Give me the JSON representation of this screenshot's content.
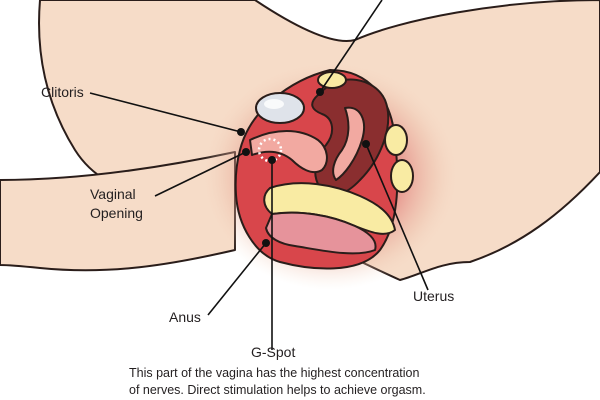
{
  "labels": {
    "clitoris": "Clitoris",
    "vaginal_opening_line1": "Vaginal",
    "vaginal_opening_line2": "Opening",
    "anus": "Anus",
    "uterus": "Uterus",
    "g_spot": "G-Spot"
  },
  "caption": {
    "line1": "This part of the vagina has the highest concentration",
    "line2": "of nerves. Direct stimulation helps to achieve orgasm."
  },
  "colors": {
    "skin": "#f6dcc8",
    "tissue_red": "#c8383f",
    "tissue_pink": "#f2a9a1",
    "fat_yellow": "#f9eba3",
    "bladder": "#dfe3ea",
    "outline": "#2a1d1a"
  }
}
